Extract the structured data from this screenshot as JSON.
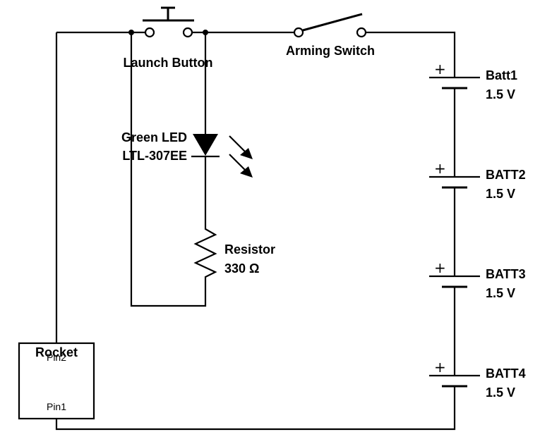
{
  "diagram": {
    "title": "Rocket Launch Circuit",
    "components": {
      "launch_button": {
        "label": "Launch Button",
        "type": "pushbutton"
      },
      "arming_switch": {
        "label": "Arming Switch",
        "type": "spst-switch",
        "state": "open"
      },
      "led": {
        "name": "Green LED",
        "part": "LTL-307EE",
        "type": "led"
      },
      "resistor": {
        "name": "Resistor",
        "value": "330 Ω",
        "type": "resistor"
      },
      "batteries": [
        {
          "name": "Batt1",
          "voltage": "1.5 V",
          "polarity": "+"
        },
        {
          "name": "BATT2",
          "voltage": "1.5 V",
          "polarity": "+"
        },
        {
          "name": "BATT3",
          "voltage": "1.5 V",
          "polarity": "+"
        },
        {
          "name": "BATT4",
          "voltage": "1.5 V",
          "polarity": "+"
        }
      ],
      "rocket": {
        "label": "Rocket",
        "pin_top": "Pin2",
        "pin_bottom": "Pin1"
      }
    }
  }
}
